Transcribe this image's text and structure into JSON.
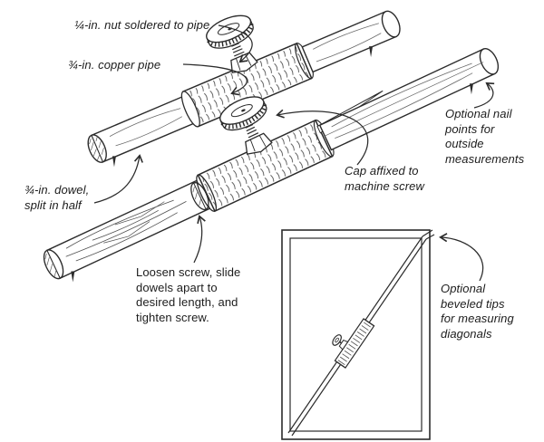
{
  "canvas": {
    "background": "#ffffff",
    "ink_color": "#2b2b2b",
    "text_color": "#1c1c1c"
  },
  "labels": {
    "nut": "¼-in. nut soldered to pipe",
    "copper_pipe": "¾-in. copper pipe",
    "dowel": "¾-in. dowel,\nsplit in half",
    "nail_points": "Optional nail\npoints for\noutside\nmeasurements",
    "cap": "Cap affixed to\nmachine screw",
    "instructions": "Loosen screw, slide\ndowels apart to\ndesired length, and\ntighten screw.",
    "beveled_tips": "Optional\nbeveled tips\nfor measuring\ndiagonals"
  }
}
